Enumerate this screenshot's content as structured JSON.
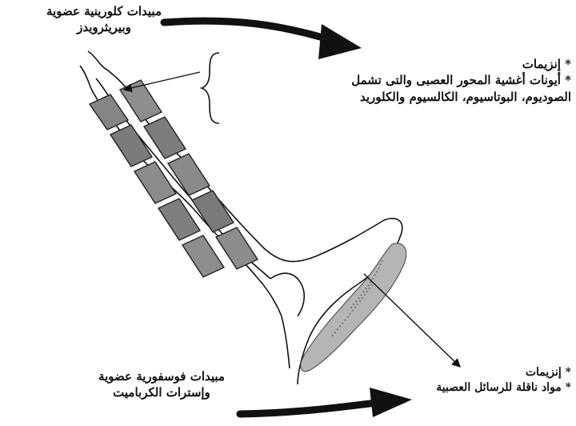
{
  "labels": {
    "organochlorine": {
      "line1": "مبيدات كلورينية عضوية",
      "line2": "وبيريثرويدز"
    },
    "top_right": {
      "line1": "* إنزيمات",
      "line2": "* أيونات أغشية المحور العصبى والتى تشمل",
      "line3": "الصوديوم، البوتاسيوم، الكالسيوم والكلوريد"
    },
    "organophosphate": {
      "line1": "مبيدات فوسفورية عضوية",
      "line2": "وإسترات الكرباميت"
    },
    "bottom_right": {
      "line1": "* إنزيمات",
      "line2": "* مواد ناقلة للرسائل العصبية"
    }
  }
}
